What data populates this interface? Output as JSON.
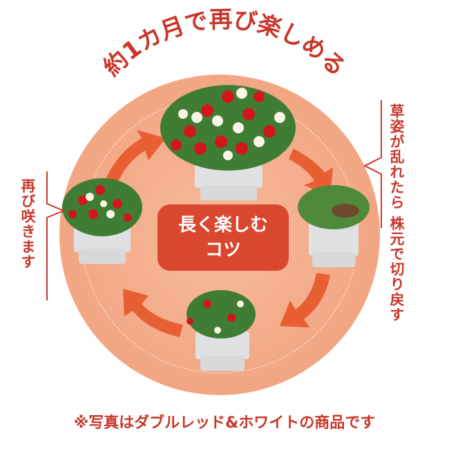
{
  "title": "約1カ月で再び楽しめる",
  "center_label": {
    "line1": "長く楽しむ",
    "line2": "コツ"
  },
  "right_note": {
    "line1": "草姿が乱れたら",
    "line2": "株元で切り戻す"
  },
  "left_note": "再び咲きます",
  "footer": "※写真はダブルレッド&ホワイトの商品です",
  "colors": {
    "accent": "#c8372a",
    "circle": "#f4b08f",
    "box": "#d9472f",
    "arrow": "#e8562a"
  }
}
